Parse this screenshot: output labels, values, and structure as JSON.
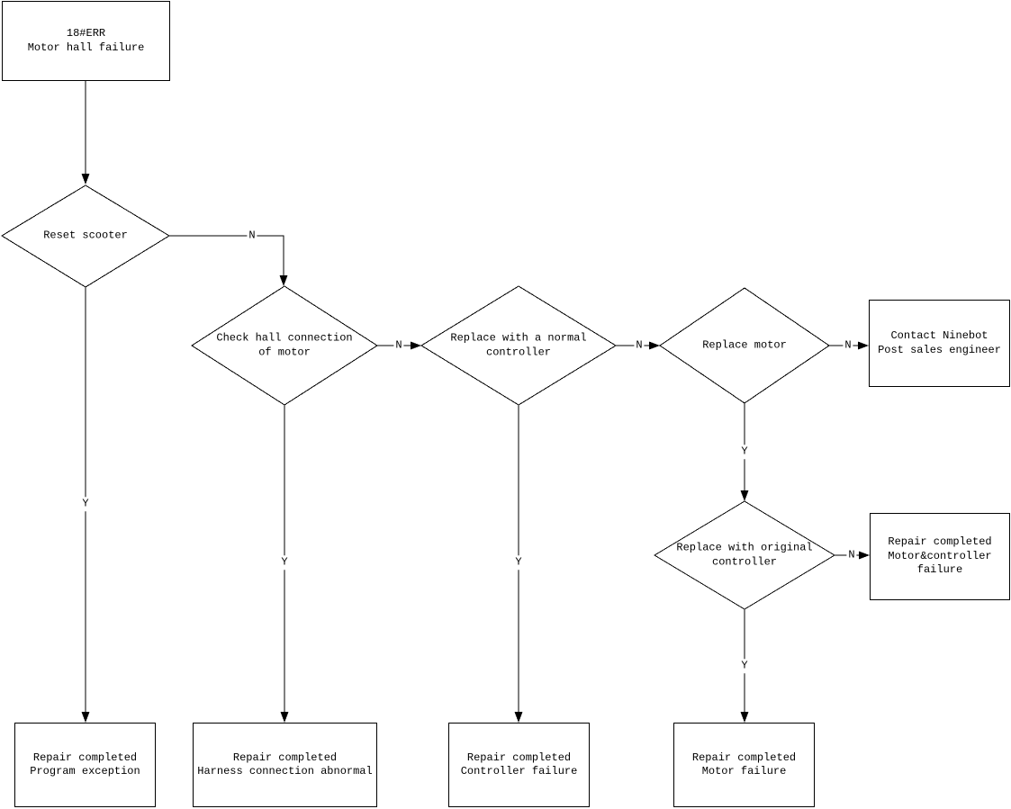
{
  "colors": {
    "stroke": "#000000",
    "background": "#ffffff",
    "text": "#000000"
  },
  "edge_labels": {
    "yes": "Y",
    "no": "N"
  },
  "nodes": {
    "start": {
      "lines": [
        "18#ERR",
        "Motor hall failure"
      ]
    },
    "reset_scooter": {
      "lines": [
        "Reset scooter"
      ]
    },
    "check_hall": {
      "lines": [
        "Check hall connection",
        "of motor"
      ]
    },
    "replace_normal_controller": {
      "lines": [
        "Replace with a normal",
        "controller"
      ]
    },
    "replace_motor": {
      "lines": [
        "Replace motor"
      ]
    },
    "contact_ninebot": {
      "lines": [
        "Contact Ninebot",
        "Post sales engineer"
      ]
    },
    "replace_original_controller": {
      "lines": [
        "Replace with original",
        "controller"
      ]
    },
    "motor_controller_failure": {
      "lines": [
        "Repair completed",
        "Motor&controller",
        "failure"
      ]
    },
    "program_exception": {
      "lines": [
        "Repair completed",
        "Program exception"
      ]
    },
    "harness_abnormal": {
      "lines": [
        "Repair completed",
        "Harness connection abnormal"
      ]
    },
    "controller_failure": {
      "lines": [
        "Repair completed",
        "Controller failure"
      ]
    },
    "motor_failure": {
      "lines": [
        "Repair completed",
        "Motor failure"
      ]
    }
  }
}
